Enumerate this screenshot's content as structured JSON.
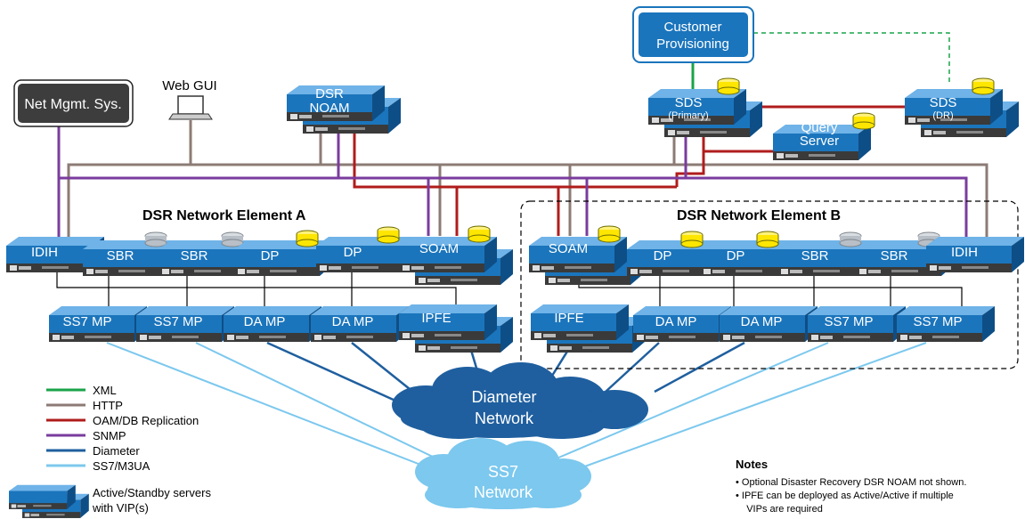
{
  "external": {
    "customer_provisioning_line1": "Customer",
    "customer_provisioning_line2": "Provisioning",
    "web_gui": "Web GUI",
    "net_mgmt": "Net Mgmt. Sys."
  },
  "noam": {
    "dsr_noam_line1": "DSR",
    "dsr_noam_line2": "NOAM",
    "sds_primary": "SDS",
    "sds_primary_sub": "(Primary)",
    "sds_dr": "SDS",
    "sds_dr_sub": "(DR)",
    "query_server_line1": "Query",
    "query_server_line2": "Server"
  },
  "element_a": {
    "title": "DSR Network Element A",
    "servers": [
      "IDIH",
      "SBR",
      "SBR",
      "DP",
      "DP",
      "SOAM"
    ],
    "mps": [
      "SS7 MP",
      "SS7 MP",
      "DA MP",
      "DA MP",
      "IPFE"
    ]
  },
  "element_b": {
    "title": "DSR Network Element B",
    "servers": [
      "SOAM",
      "DP",
      "DP",
      "SBR",
      "SBR",
      "IDIH"
    ],
    "mps": [
      "IPFE",
      "DA MP",
      "DA MP",
      "SS7 MP",
      "SS7 MP"
    ]
  },
  "clouds": {
    "diameter_line1": "Diameter",
    "diameter_line2": "Network",
    "ss7_line1": "SS7",
    "ss7_line2": "Network"
  },
  "legend": {
    "items": [
      {
        "label": "XML",
        "color": "#1aa34a"
      },
      {
        "label": "HTTP",
        "color": "#8c7b75"
      },
      {
        "label": "OAM/DB Replication",
        "color": "#b01c1c"
      },
      {
        "label": "SNMP",
        "color": "#7a3c9e"
      },
      {
        "label": "Diameter",
        "color": "#1f5f9f"
      },
      {
        "label": "SS7/M3UA",
        "color": "#7cc8ee"
      }
    ],
    "active_standby_line1": "Active/Standby servers",
    "active_standby_line2": "with VIP(s)"
  },
  "notes": {
    "title": "Notes",
    "items": [
      "•  Optional Disaster Recovery DSR NOAM  not shown.",
      "•  IPFE can be deployed as Active/Active  if multiple",
      "    VIPs are required"
    ]
  },
  "colors": {
    "server_blue": "#1b75bc",
    "server_dark": "#3a3a3a",
    "database_yellow": "#ffe600",
    "database_gray": "#b9bfc6",
    "cloud_diameter": "#1f5f9f",
    "cloud_ss7": "#7cc8ee"
  }
}
